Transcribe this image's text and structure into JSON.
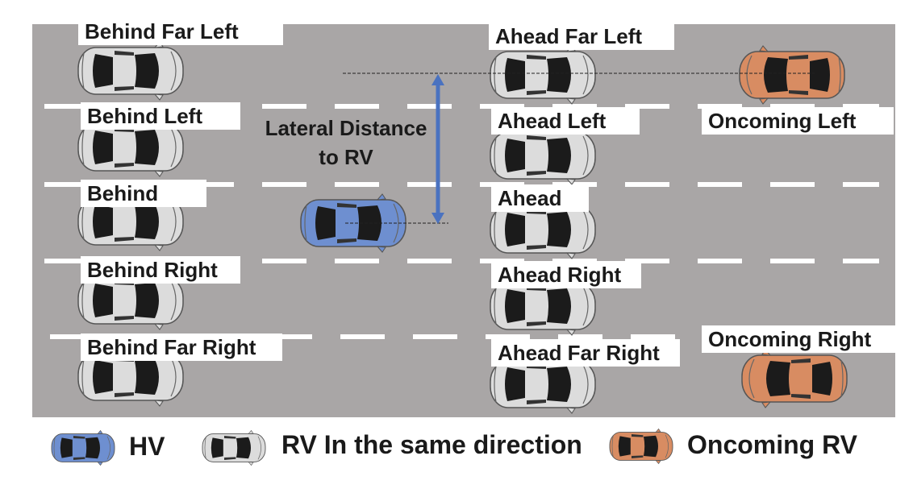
{
  "labels": {
    "behind_far_left": "Behind Far Left",
    "behind_left": "Behind Left",
    "behind": "Behind",
    "behind_right": "Behind Right",
    "behind_far_right": "Behind Far Right",
    "ahead_far_left": "Ahead Far Left",
    "ahead_left": "Ahead Left",
    "ahead": "Ahead",
    "ahead_right": "Ahead Right",
    "ahead_far_right": "Ahead Far Right",
    "oncoming_left": "Oncoming Left",
    "oncoming_right": "Oncoming Right"
  },
  "annotation": {
    "line1": "Lateral Distance",
    "line2": "to RV"
  },
  "legend": [
    {
      "key": "hv",
      "label": "HV",
      "color": "#6e8fd0"
    },
    {
      "key": "rv",
      "label": "RV In the same direction",
      "color": "#dcdcdc"
    },
    {
      "key": "oncoming",
      "label": "Oncoming RV",
      "color": "#d88c62"
    }
  ],
  "colors": {
    "road": "#a9a6a6",
    "lane_marking": "#ffffff",
    "hv_car": "#6e8fd0",
    "rv_car": "#dcdcdc",
    "oncoming_car": "#d88c62",
    "distance_arrow": "#4a72c0"
  }
}
